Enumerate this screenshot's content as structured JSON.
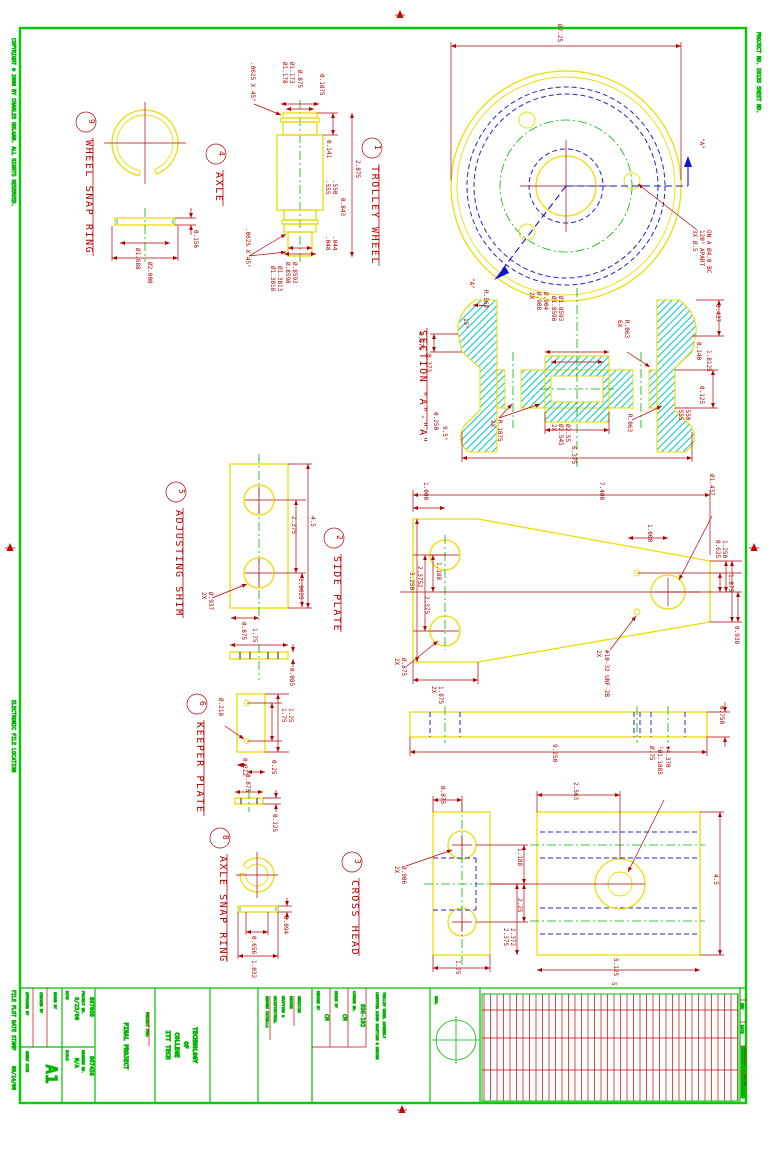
{
  "sheet": {
    "margins": {
      "copyright": "COPYRIGHT © 2000 BY CHARLES HOLGAN.  ALL RIGHTS RESERVED.",
      "electronic_file": "ELECTRONIC FILE LOCATION",
      "file_plot": "FILE PLOT DATE STAMP",
      "plot_date": "09/14/00",
      "project_sheet": "PROJECT NO.  59135  SHEET NO."
    }
  },
  "parts": {
    "trolley_wheel": {
      "num": "1",
      "name": "TROLLEY WHEEL",
      "dia": "Ø7.25",
      "a1": "\"A\"",
      "a2": "\"A\"",
      "note1": "3X Ø.5",
      "note2": "120° APART",
      "note3": "ON A Ø4.0 BC"
    },
    "section_aa": {
      "name": "SECTION \"A\"-\"A\"",
      "r562": "R.562",
      "ang15": "15°",
      "t375": "0.375",
      "t373": "0.373",
      "t250": "0.250",
      "ang95": "9.5°",
      "fillet_qty": "2X",
      "fillet": "R.1875",
      "bore_qty": "2X",
      "bore1": "Ø.908",
      "bore2": "Ø.904",
      "hub1": "Ø1.8598",
      "hub2": "Ø1.8593",
      "r063_qty": "6X",
      "r063a": "R.063",
      "r063b": "R.063",
      "t437": "0.437",
      "t140": "0.140",
      "t18125": "1.8125",
      "t125": "0.125",
      "t555": ".555",
      "t550": ".550",
      "od_qty": "2X",
      "od1": "Ø2.545",
      "od2": "Ø2.55",
      "width": "6.375"
    },
    "side_plate": {
      "num": "2",
      "name": "SIDE PLATE",
      "len": "7.400",
      "off1": "1.000",
      "bigdia": "Ø1.437",
      "off2": "1.000",
      "r625": "0.625",
      "r1250": "1.250",
      "r1875": "1.875",
      "r938": "0.938",
      "l1188": "1.188",
      "l23752": "2.3752",
      "l2375": "2.375",
      "l3250": "3.250",
      "holes_qty": "2X",
      "holes": "Ø.875",
      "b_qty": "2X",
      "b1875": "1.875",
      "thread_qty": "2X",
      "thread": "#10-32 UNF-2B",
      "sv_len": "9.250",
      "sv_thk": "0.750"
    },
    "cross_head": {
      "num": "3",
      "name": "CROSS HEAD",
      "e0875": "0.875",
      "holes_qty": "2X",
      "holes": "Ø.906",
      "w175": "1.75",
      "m1188": "1.188",
      "m225": "2.25",
      "m2375": "2.375",
      "m2372": "2.372",
      "t2563": "2.563",
      "h45": "4.5",
      "w5125": "5.125",
      "cb1": "Ø.75",
      "cb2": "└Ø1.1885",
      "cb3": "▼4.370"
    },
    "axle": {
      "num": "4",
      "name": "AXLE",
      "chamfer_top": ".0625 X 45°",
      "d1178": "Ø1.178",
      "d1173": "Ø1.173",
      "d875": "Ø.875",
      "h01875": "0.1875",
      "h0141": "0.141",
      "len": "2.875",
      "t555": ".555",
      "t550": ".550",
      "h0843": "0.843",
      "t048": ".048",
      "t044": ".044",
      "d8598": "Ø.8598",
      "d8593": "Ø.8593",
      "d13818": "Ø1.3818",
      "d13813": "Ø1.3813",
      "chamfer_bot": ".0625 X 45°"
    },
    "adjusting_shim": {
      "num": "5",
      "name": "ADJUSTING SHIM",
      "h45": "4.5",
      "h2375": "2.375",
      "h10625": "1.0625",
      "holes_qty": "2X",
      "holes": "Ø.937",
      "w0875": "0.875",
      "w175": "1.75",
      "thk": "0.085"
    },
    "keeper_plate": {
      "num": "6",
      "name": "KEEPER PLATE",
      "hole": "Ø.218",
      "h175": "1.75",
      "h125": "1.25",
      "w0312": "0.312",
      "w025": "0.25",
      "w0875": "0.875",
      "thk": "0.125"
    },
    "axle_snap_ring": {
      "num": "8",
      "name": "AXLE SNAP RING",
      "thk": "0.094",
      "id": "0.656",
      "od": "1.032"
    },
    "wheel_snap_ring": {
      "num": "9",
      "name": "WHEEL SNAP RING",
      "thk": "0.156",
      "id": "Ø1.688",
      "od": "Ø2.000"
    }
  },
  "title_block": {
    "approved_label": "APPROVED BY",
    "checked_label": "CHECKED BY",
    "drawn_label": "DRAWN BY",
    "sheet_size_label": "SHEET SIZE",
    "sheet_size": "A1",
    "date_label": "DATE",
    "date": "9/23/00",
    "project_no_label": "PROJECT NO.",
    "project_no": "887068",
    "scale_label": "SCALE",
    "scale": "N/A",
    "drawing_no_label": "DRAWING NO.",
    "drawing_no": "887456",
    "project_for_label": "PROJECT FOR:",
    "title": "FINAL PROJECT",
    "school_lines": [
      "ITT TECH",
      "COLLEGE",
      "OF",
      "TECHNOLOGY"
    ],
    "firm_lines": [
      "ANDREW CRIVELLA",
      "ARCHITECTURAL",
      "DRAFTING &",
      "DESIGN",
      "SERVICES"
    ],
    "course_cells": [
      {
        "label": "DESIGN BY",
        "value": "CM"
      },
      {
        "label": "DRAWN BY",
        "value": "CM"
      },
      {
        "label": "COURSE NO.",
        "value": "696-102"
      }
    ],
    "course_lines": [
      "COMPUTER AIDED DRAFTING & DESIGN",
      "TROLLEY WHEEL ASSEMBLY"
    ],
    "seal_label": "SEAL",
    "grid_tick": "5",
    "rev_strip": [
      "REV",
      "DATE",
      "CRIVELLA",
      "09-14"
    ]
  }
}
